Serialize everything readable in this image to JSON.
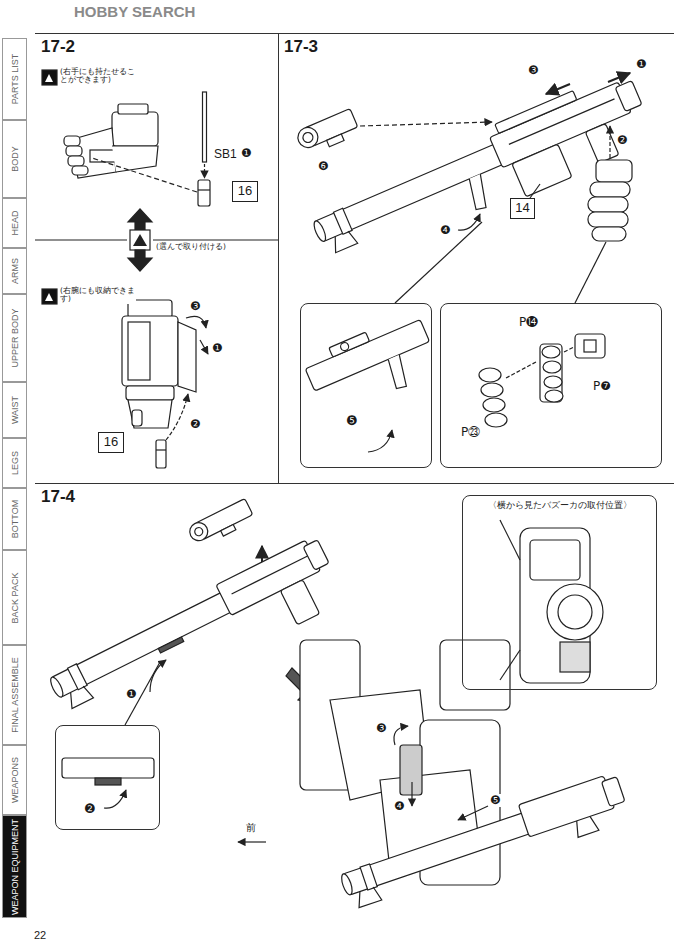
{
  "diagram": {
    "nodes": [
      {
        "text": [
          "17-2"
        ]
      },
      {
        "text": [
          "16"
        ],
        "in": 0
      },
      {
        "text": [
          "16"
        ],
        "in": 0
      },
      {
        "text": [
          "17-3"
        ]
      },
      {
        "text": [
          "14"
        ],
        "in": 3
      },
      {
        "text": [
          "❺"
        ],
        "in": 3
      },
      {
        "text": [
          "P⓮",
          "P❼",
          "P㉓"
        ],
        "in": 3
      },
      {
        "text": [
          "17-4"
        ]
      },
      {
        "text": [
          "❷"
        ],
        "in": 7
      },
      {
        "text": [
          "〈横から見たバズーカの取付位置〉"
        ],
        "in": 7
      },
      {
        "text": [
          "PARTS LIST"
        ]
      },
      {
        "text": [
          "BODY"
        ]
      },
      {
        "text": [
          "HEAD"
        ]
      },
      {
        "text": [
          "ARMS"
        ]
      },
      {
        "text": [
          "UPPER BODY"
        ]
      },
      {
        "text": [
          "WAIST"
        ]
      },
      {
        "text": [
          "LEGS"
        ]
      },
      {
        "text": [
          "BOTTOM"
        ]
      },
      {
        "text": [
          "BACK PACK"
        ]
      },
      {
        "text": [
          "FINAL ASSEMBLE"
        ]
      },
      {
        "text": [
          "WEAPONS"
        ]
      },
      {
        "text": [
          "WEAPON EQUIPMENT"
        ]
      }
    ],
    "labels": [
      "HOBBY SEARCH",
      "(右手にも持たせることができます)",
      "SB1",
      "❶",
      "(選んで取り付ける)",
      "(右腕にも収納できます)",
      "❸",
      "❶",
      "❷",
      "❸",
      "❶",
      "❷",
      "❻",
      "❹",
      "❶",
      "❸",
      "❹",
      "❺",
      "前",
      "22"
    ]
  }
}
